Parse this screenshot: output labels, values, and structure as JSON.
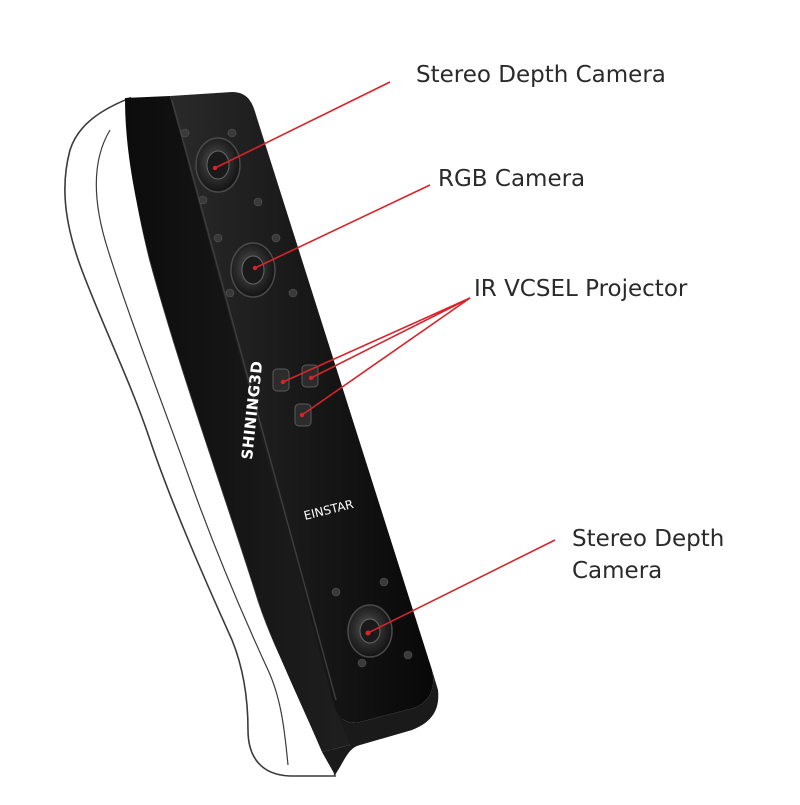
{
  "labels": {
    "stereo_depth_top": "Stereo Depth Camera",
    "rgb_camera": "RGB Camera",
    "ir_projector": "IR VCSEL Projector",
    "stereo_depth_bottom_line1": "Stereo Depth",
    "stereo_depth_bottom_line2": "Camera"
  },
  "device": {
    "brand_side": "SHINING3D",
    "brand_front": "EINSTAR"
  },
  "colors": {
    "leader": "#d8232a",
    "body": "#151515",
    "text": "#2a2a2a"
  }
}
